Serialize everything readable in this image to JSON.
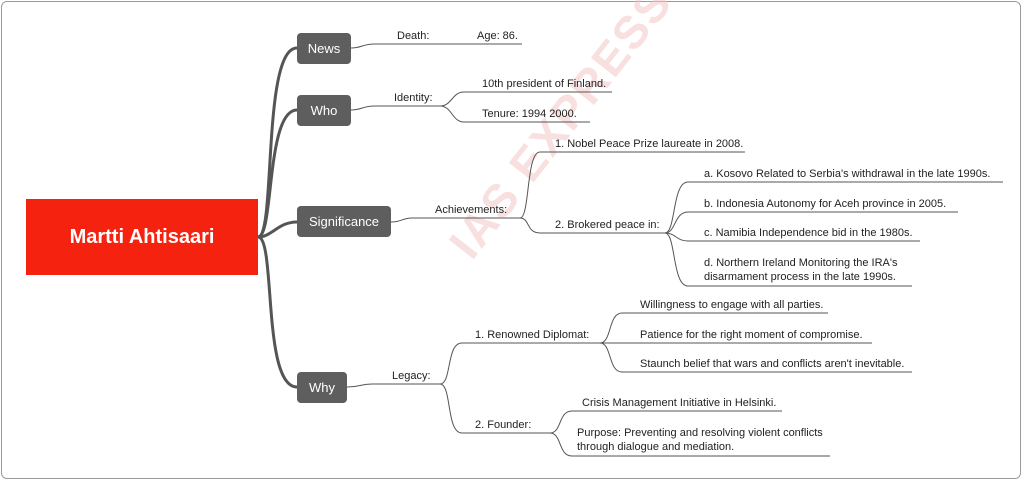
{
  "root": {
    "title": "Martti Ahtisaari"
  },
  "watermark": "IAS EXPRESS",
  "branches": {
    "news": {
      "topic": "News",
      "sub": "Death:",
      "items": [
        "Age: 86."
      ]
    },
    "who": {
      "topic": "Who",
      "sub": "Identity:",
      "items": [
        "10th president of Finland.",
        "Tenure: 1994 2000."
      ]
    },
    "significance": {
      "topic": "Significance",
      "sub": "Achievements:",
      "items": [
        "1. Nobel Peace Prize laureate in 2008.",
        "2. Brokered peace in:"
      ],
      "peace": [
        "a. Kosovo   Related to Serbia's withdrawal in the late 1990s.",
        "b. Indonesia   Autonomy for Aceh province in 2005.",
        "c. Namibia   Independence bid in the 1980s.",
        "d. Northern Ireland   Monitoring the IRA's disarmament process in the late 1990s."
      ]
    },
    "why": {
      "topic": "Why",
      "sub": "Legacy:",
      "diplomat": {
        "label": "1. Renowned Diplomat:",
        "items": [
          "Willingness to engage with all parties.",
          "Patience for the right moment of compromise.",
          "Staunch belief that wars and conflicts aren't inevitable."
        ]
      },
      "founder": {
        "label": "2. Founder:",
        "items": [
          "Crisis Management Initiative in Helsinki.",
          "Purpose: Preventing and resolving violent conflicts through dialogue and mediation."
        ]
      }
    }
  },
  "colors": {
    "root": "#f5220f",
    "topic": "#5e5e5e",
    "line": "#555555"
  }
}
